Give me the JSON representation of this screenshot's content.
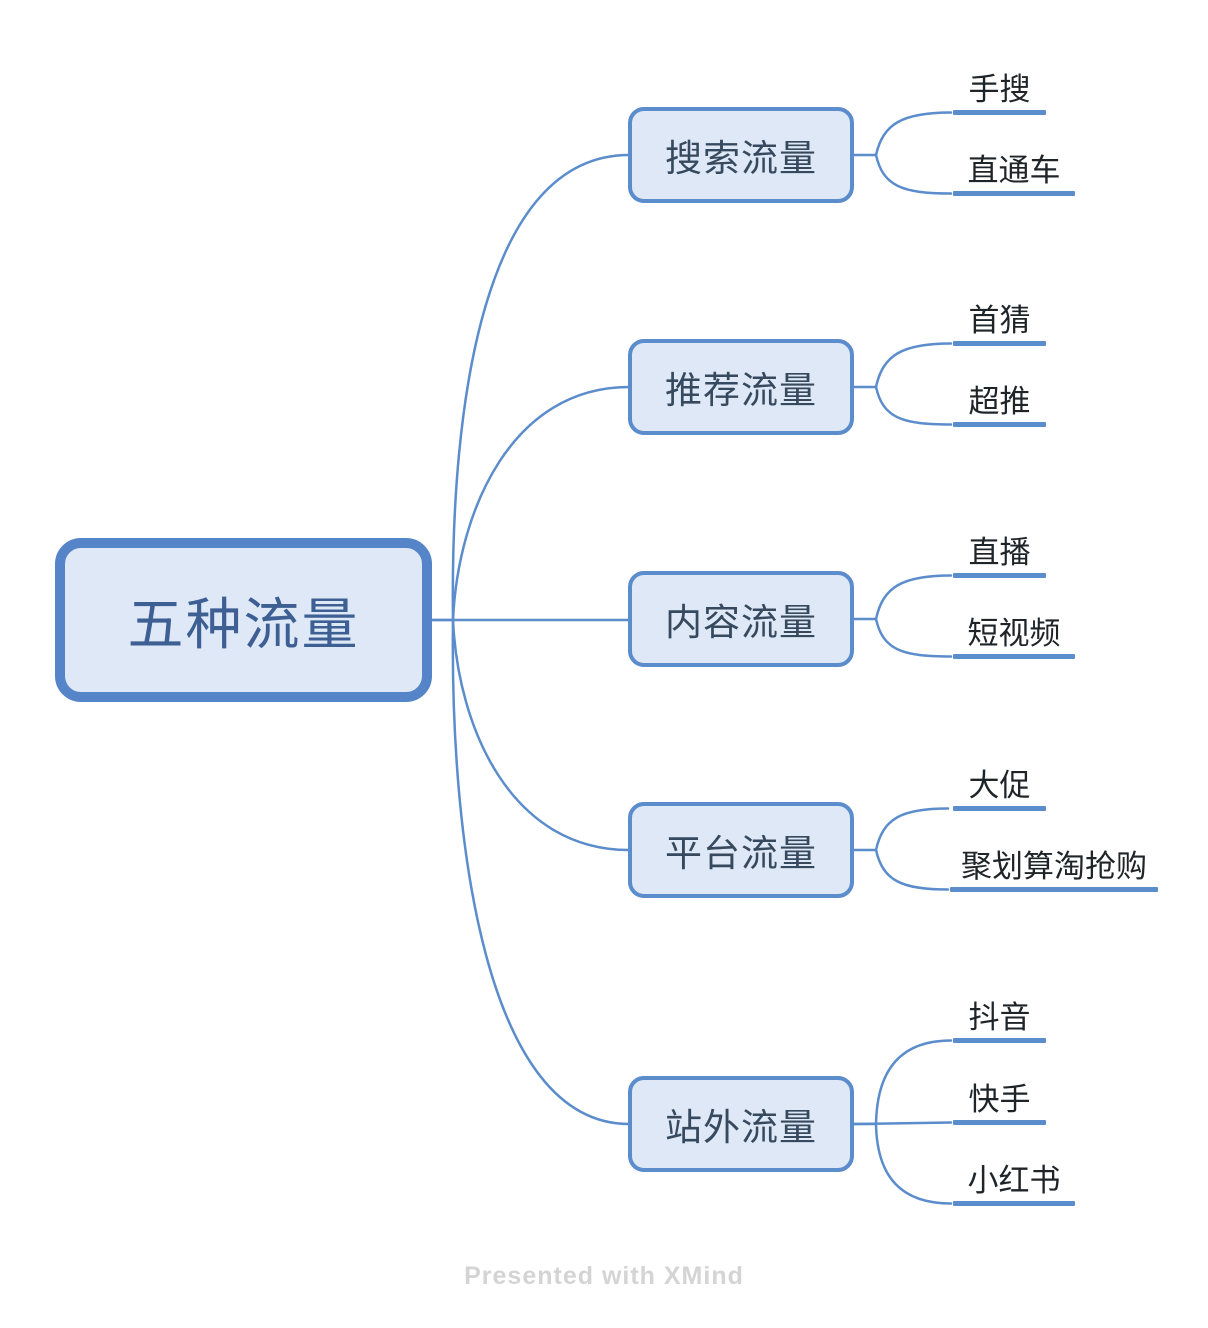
{
  "root": {
    "label": "五种流量"
  },
  "branches": [
    {
      "label": "搜索流量",
      "children": [
        {
          "label": "手搜"
        },
        {
          "label": "直通车"
        }
      ]
    },
    {
      "label": "推荐流量",
      "children": [
        {
          "label": "首猜"
        },
        {
          "label": "超推"
        }
      ]
    },
    {
      "label": "内容流量",
      "children": [
        {
          "label": "直播"
        },
        {
          "label": "短视频"
        }
      ]
    },
    {
      "label": "平台流量",
      "children": [
        {
          "label": "大促"
        },
        {
          "label": "聚划算淘抢购"
        }
      ]
    },
    {
      "label": "站外流量",
      "children": [
        {
          "label": "抖音"
        },
        {
          "label": "快手"
        },
        {
          "label": "小红书"
        }
      ]
    }
  ],
  "watermark": "Presented with XMind",
  "colors": {
    "root_border": "#5585C8",
    "branch_border": "#5B8CCB",
    "node_fill": "#DEE8F6",
    "connector": "#5B8CCB",
    "root_text": "#3D5F94",
    "branch_text": "#36495E",
    "leaf_text": "#1F2428",
    "watermark_text": "#D4D4D4"
  }
}
